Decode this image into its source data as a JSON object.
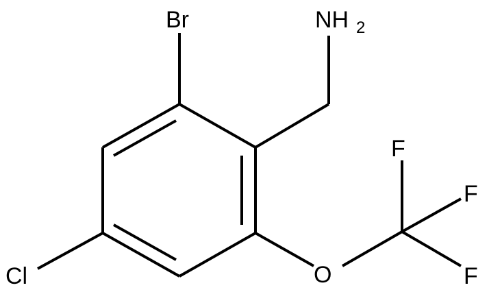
{
  "diagram": {
    "type": "chemical-structure",
    "atoms": {
      "br": "Br",
      "nh2_main": "NH",
      "nh2_sub": "2",
      "cl": "Cl",
      "o": "O",
      "f1": "F",
      "f2": "F",
      "f3": "F"
    },
    "colors": {
      "bond": "#000000",
      "label": "#000000",
      "background": "#ffffff"
    }
  }
}
